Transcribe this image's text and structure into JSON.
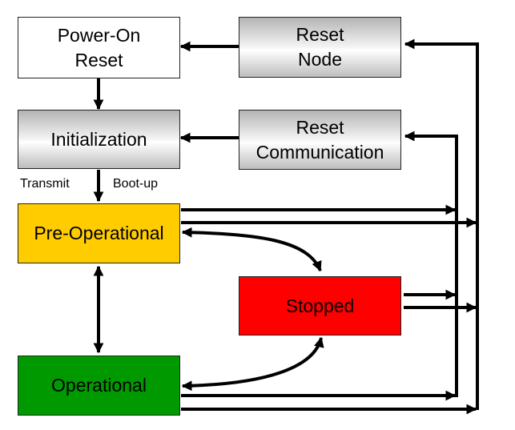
{
  "colors": {
    "white": "#ffffff",
    "gradient_grey": "#c8c8c8",
    "pre_operational": "#ffcc00",
    "stopped": "#ff0000",
    "operational": "#009900",
    "arrow": "#000000"
  },
  "nodes": {
    "power_on_reset": {
      "line1": "Power-On",
      "line2": "Reset"
    },
    "reset_node": {
      "line1": "Reset",
      "line2": "Node"
    },
    "initialization": {
      "label": "Initialization"
    },
    "reset_communication": {
      "line1": "Reset",
      "line2": "Communication"
    },
    "pre_operational": {
      "label": "Pre-Operational"
    },
    "stopped": {
      "label": "Stopped"
    },
    "operational": {
      "label": "Operational"
    }
  },
  "edge_labels": {
    "transmit": "Transmit",
    "boot_up": "Boot-up"
  }
}
